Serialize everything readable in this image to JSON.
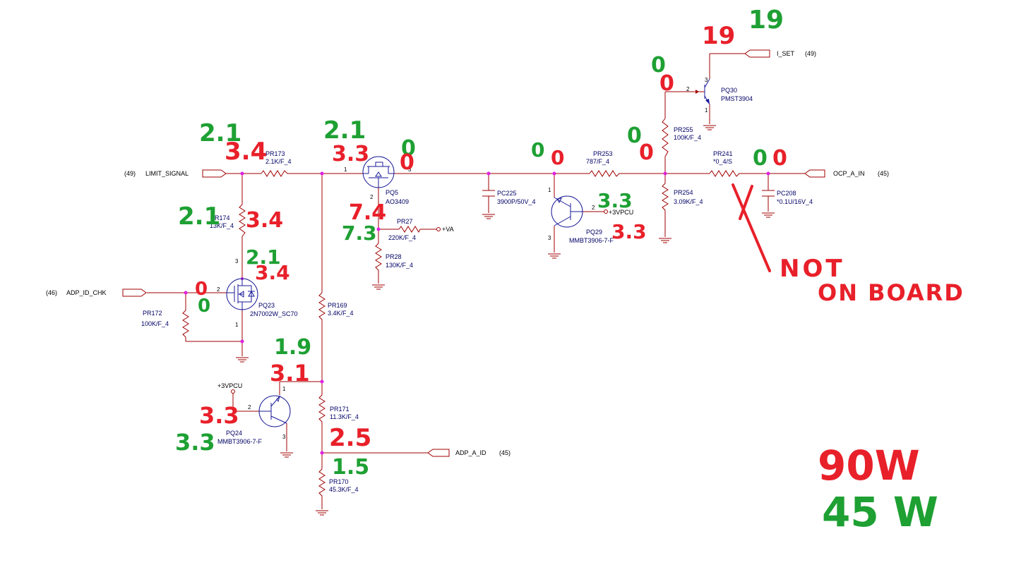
{
  "nets": {
    "limit_signal": {
      "ref": "(49)",
      "name": "LIMIT_SIGNAL"
    },
    "adp_id_chk": {
      "ref": "(46)",
      "name": "ADP_ID_CHK"
    },
    "i_set": {
      "ref": "(49)",
      "name": "I_SET"
    },
    "ocp_a_in": {
      "ref": "(45)",
      "name": "OCP_A_IN"
    },
    "adp_a_id": {
      "ref": "(45)",
      "name": "ADP_A_ID"
    },
    "vpcu_pq24": "+3VPCU",
    "vpcu_pq29": "+3VPCU",
    "va": "+VA"
  },
  "components": {
    "pr173": {
      "ref": "PR173",
      "value": "2.1K/F_4"
    },
    "pr174": {
      "ref": "PR174",
      "value": "13K/F_4"
    },
    "pr172": {
      "ref": "PR172",
      "value": "100K/F_4"
    },
    "pq23": {
      "ref": "PQ23",
      "value": "2N7002W_SC70"
    },
    "pq5": {
      "ref": "PQ5",
      "value": "AO3409"
    },
    "pr27": {
      "ref": "PR27",
      "value": "220K/F_4"
    },
    "pr28": {
      "ref": "PR28",
      "value": "130K/F_4"
    },
    "pr169": {
      "ref": "PR169",
      "value": "3.4K/F_4"
    },
    "pq24": {
      "ref": "PQ24",
      "value": "MMBT3906-7-F"
    },
    "pr171": {
      "ref": "PR171",
      "value": "11.3K/F_4"
    },
    "pr170": {
      "ref": "PR170",
      "value": "45.3K/F_4"
    },
    "pc225": {
      "ref": "PC225",
      "value": "3900P/50V_4"
    },
    "pq29": {
      "ref": "PQ29",
      "value": "MMBT3906-7-F"
    },
    "pr253": {
      "ref": "PR253",
      "value": "787/F_4"
    },
    "pr255": {
      "ref": "PR255",
      "value": "100K/F_4"
    },
    "pr254": {
      "ref": "PR254",
      "value": "3.09K/F_4"
    },
    "pq30": {
      "ref": "PQ30",
      "value": "PMST3904"
    },
    "pr241": {
      "ref": "PR241",
      "value": "*0_4/S"
    },
    "pc208": {
      "ref": "PC208",
      "value": "*0.1U/16V_4"
    }
  },
  "pins": {
    "pq5_1": "1",
    "pq5_2": "2",
    "pq5_3": "3",
    "pq23_1": "1",
    "pq23_2": "2",
    "pq23_3": "3",
    "pq24_1": "1",
    "pq24_2": "2",
    "pq24_3": "3",
    "pq29_1": "1",
    "pq29_2": "2",
    "pq29_3": "3",
    "pq30_1": "1",
    "pq30_2": "2",
    "pq30_3": "3"
  },
  "annotations": {
    "colors": {
      "red": "#e8202a",
      "green": "#1ea033"
    },
    "red": {
      "limit_in": "3.4",
      "pr174_mid": "3.4",
      "pq23_drain": "3.4",
      "pq23_gate": "0",
      "pq5_in": "3.3",
      "pq5_out": "0",
      "pq5_gate": "7.4",
      "pq29_emitter": "0",
      "pq29_base": "3.3",
      "pr253_right": "0",
      "pq30_base": "0",
      "i_set": "19",
      "ocp_in": "0",
      "pq24_collector": "3.1",
      "pq24_base": "3.3",
      "adp_a_id": "2.5",
      "not_on_board_1": "NOT",
      "not_on_board_2": "ON BOARD",
      "watts": "90W"
    },
    "green": {
      "limit_in": "2.1",
      "pr174_mid": "2.1",
      "pq23_drain": "2.1",
      "pq23_gate": "0",
      "pq5_in": "2.1",
      "pq5_out": "0",
      "pq5_gate": "7.3",
      "pq29_emitter": "0",
      "pq29_base": "3.3",
      "pr253_right": "0",
      "pq30_base": "0",
      "i_set": "19",
      "ocp_in": "0",
      "pq24_collector": "1.9",
      "pq24_base": "3.3",
      "adp_a_id": "1.5",
      "watts": "45 W"
    }
  }
}
